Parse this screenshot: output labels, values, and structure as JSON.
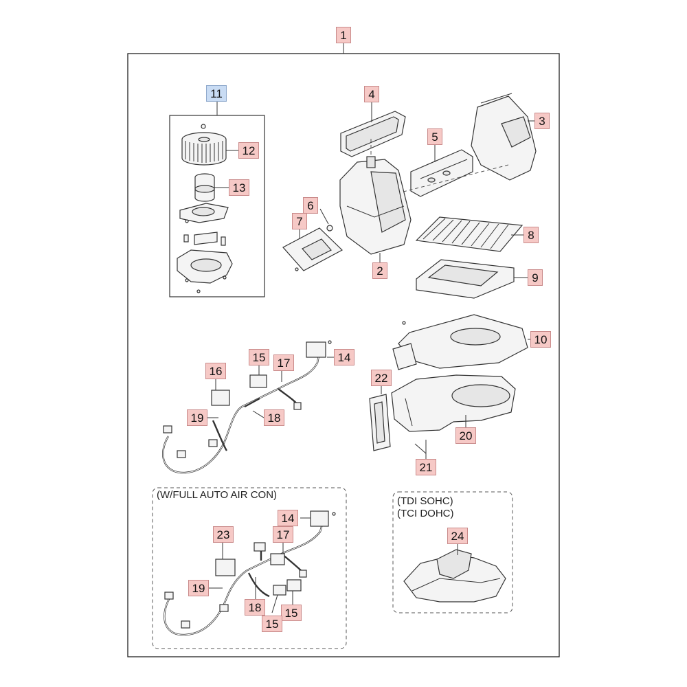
{
  "callouts": {
    "c1": "1",
    "c2": "2",
    "c3": "3",
    "c4": "4",
    "c5": "5",
    "c6": "6",
    "c7": "7",
    "c8": "8",
    "c9": "9",
    "c10": "10",
    "c11": "11",
    "c12": "12",
    "c13": "13",
    "c14a": "14",
    "c14b": "14",
    "c15a": "15",
    "c15b": "15",
    "c15c": "15",
    "c16": "16",
    "c17a": "17",
    "c17b": "17",
    "c18a": "18",
    "c18b": "18",
    "c19a": "19",
    "c19b": "19",
    "c20": "20",
    "c21": "21",
    "c22": "22",
    "c23": "23",
    "c24": "24"
  },
  "notes": {
    "full_auto": "(W/FULL AUTO AIR CON)",
    "tdi": "(TDI SOHC)",
    "tci": "(TCI DOHC)"
  },
  "colors": {
    "callout_fill": "#f6c9c6",
    "callout_highlight_fill": "#c9dcf4"
  }
}
